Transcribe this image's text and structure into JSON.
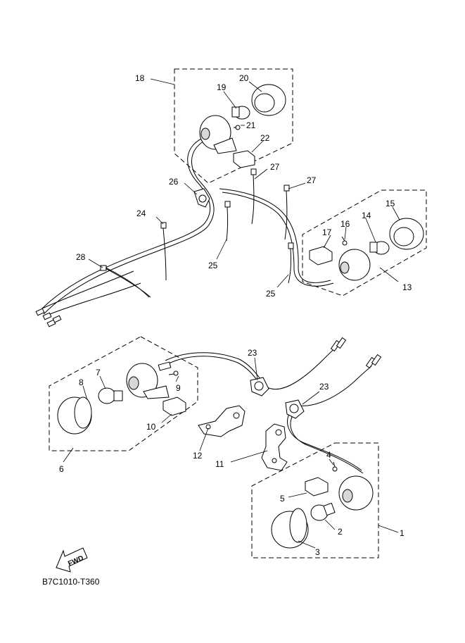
{
  "diagram": {
    "drawing_code": "B7C1010-T360",
    "fwd_label": "FWD",
    "callouts": {
      "c1": "1",
      "c2": "2",
      "c3": "3",
      "c4": "4",
      "c5": "5",
      "c6": "6",
      "c7": "7",
      "c8": "8",
      "c9": "9",
      "c10": "10",
      "c11": "11",
      "c12": "12",
      "c13": "13",
      "c14": "14",
      "c15": "15",
      "c16": "16",
      "c17": "17",
      "c18": "18",
      "c19": "19",
      "c20": "20",
      "c21": "21",
      "c22": "22",
      "c23a": "23",
      "c23b": "23",
      "c24": "24",
      "c25a": "25",
      "c25b": "25",
      "c26": "26",
      "c27a": "27",
      "c27b": "27",
      "c28": "28"
    }
  }
}
